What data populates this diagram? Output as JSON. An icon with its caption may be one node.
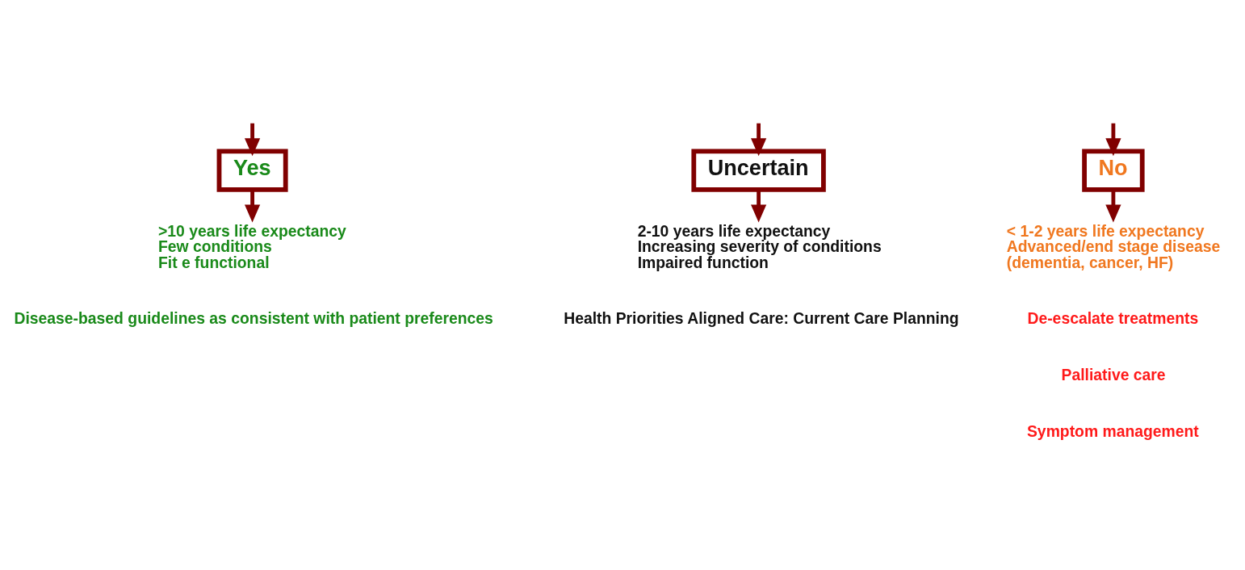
{
  "diagram": {
    "nodes": [
      {
        "text": [
          "Yes"
        ]
      },
      {
        "text": [
          "Uncertain"
        ]
      },
      {
        "text": [
          "No"
        ]
      },
      {
        "text": [
          ">10 years life expectancy",
          "Few conditions",
          "Fit e functional"
        ]
      },
      {
        "text": [
          "2-10 years life expectancy",
          "Increasing severity of conditions",
          "Impaired function"
        ]
      },
      {
        "text": [
          "< 1-2 years life expectancy",
          "Advanced/end stage disease",
          "(dementia, cancer, HF)"
        ]
      }
    ],
    "edges": [
      {
        "from": null,
        "to": 0,
        "arrow": "to"
      },
      {
        "from": null,
        "to": 1,
        "arrow": "to"
      },
      {
        "from": null,
        "to": 2,
        "arrow": "to"
      },
      {
        "from": 0,
        "to": 3,
        "arrow": "to"
      },
      {
        "from": 1,
        "to": 4,
        "arrow": "to"
      },
      {
        "from": 2,
        "to": 5,
        "arrow": "to"
      }
    ],
    "labels": [
      "Disease-based guidelines as consistent with patient preferences",
      "Health Priorities Aligned Care: Current Care Planning",
      "De-escalate treatments",
      "Palliative care",
      "Symptom management"
    ]
  }
}
